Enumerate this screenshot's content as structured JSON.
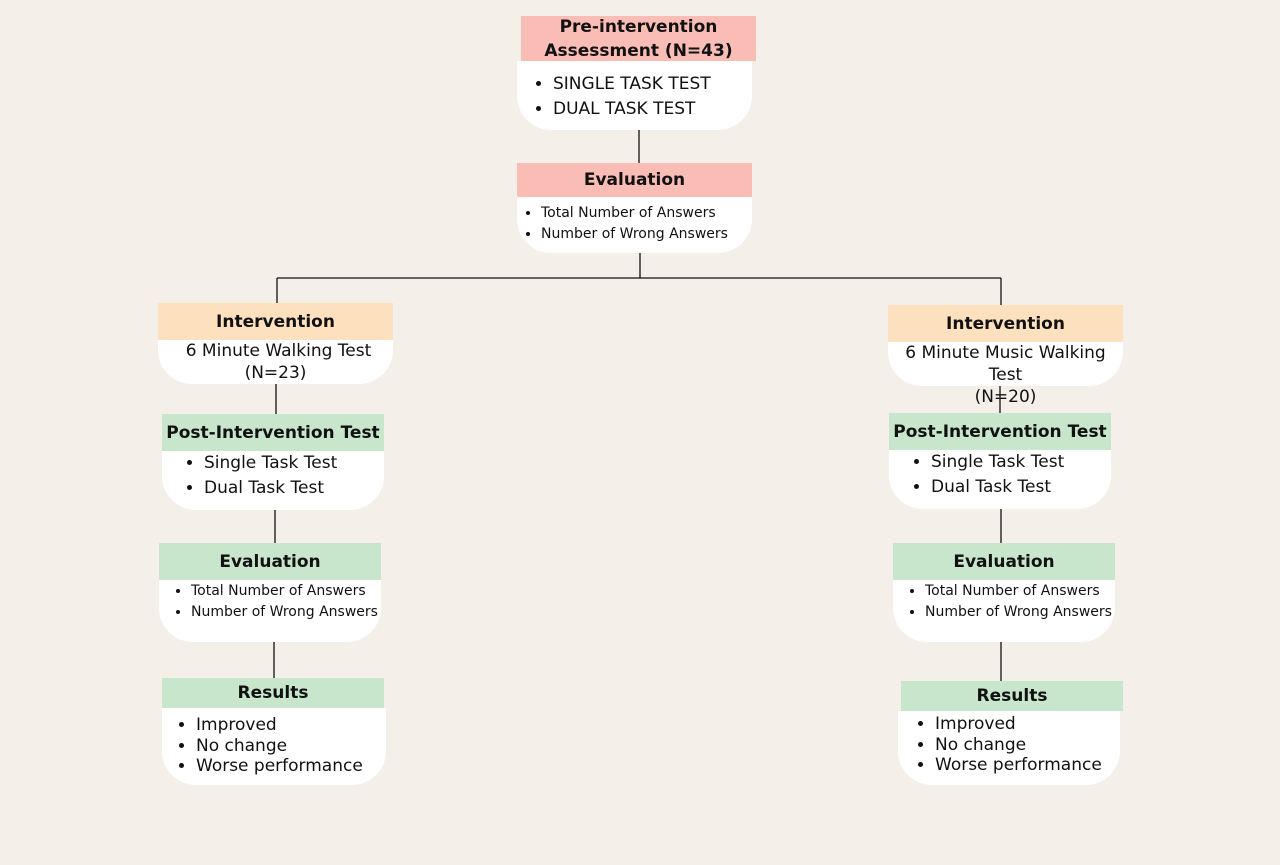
{
  "pre": {
    "title_line1": "Pre-intervention",
    "title_line2": "Assessment (N=43)",
    "items": [
      "SINGLE TASK TEST",
      "DUAL TASK TEST"
    ]
  },
  "evaluation_top": {
    "title": "Evaluation",
    "items": [
      "Total Number of Answers",
      "Number of Wrong Answers"
    ]
  },
  "left": {
    "intervention": {
      "title": "Intervention",
      "line1": "6 Minute Walking Test",
      "line2": "(N=23)"
    },
    "post": {
      "title": "Post-Intervention Test",
      "items": [
        "Single Task Test",
        "Dual Task Test"
      ]
    },
    "evaluation": {
      "title": "Evaluation",
      "items": [
        "Total Number of Answers",
        "Number of Wrong Answers"
      ]
    },
    "results": {
      "title": "Results",
      "items": [
        "Improved",
        "No change",
        "Worse performance"
      ]
    }
  },
  "right": {
    "intervention": {
      "title": "Intervention",
      "line1": "6 Minute Music Walking Test",
      "line2": "(N=20)"
    },
    "post": {
      "title": "Post-Intervention Test",
      "items": [
        "Single Task Test",
        "Dual Task Test"
      ]
    },
    "evaluation": {
      "title": "Evaluation",
      "items": [
        "Total Number of Answers",
        "Number of Wrong Answers"
      ]
    },
    "results": {
      "title": "Results",
      "items": [
        "Improved",
        "No change",
        "Worse performance"
      ]
    }
  },
  "colors": {
    "background": "#f5efe9",
    "pre_header": "#f9bdb6",
    "intervention_header": "#fde0bd",
    "post_header": "#c7e6cb",
    "card": "#ffffff",
    "line": "#111111"
  }
}
